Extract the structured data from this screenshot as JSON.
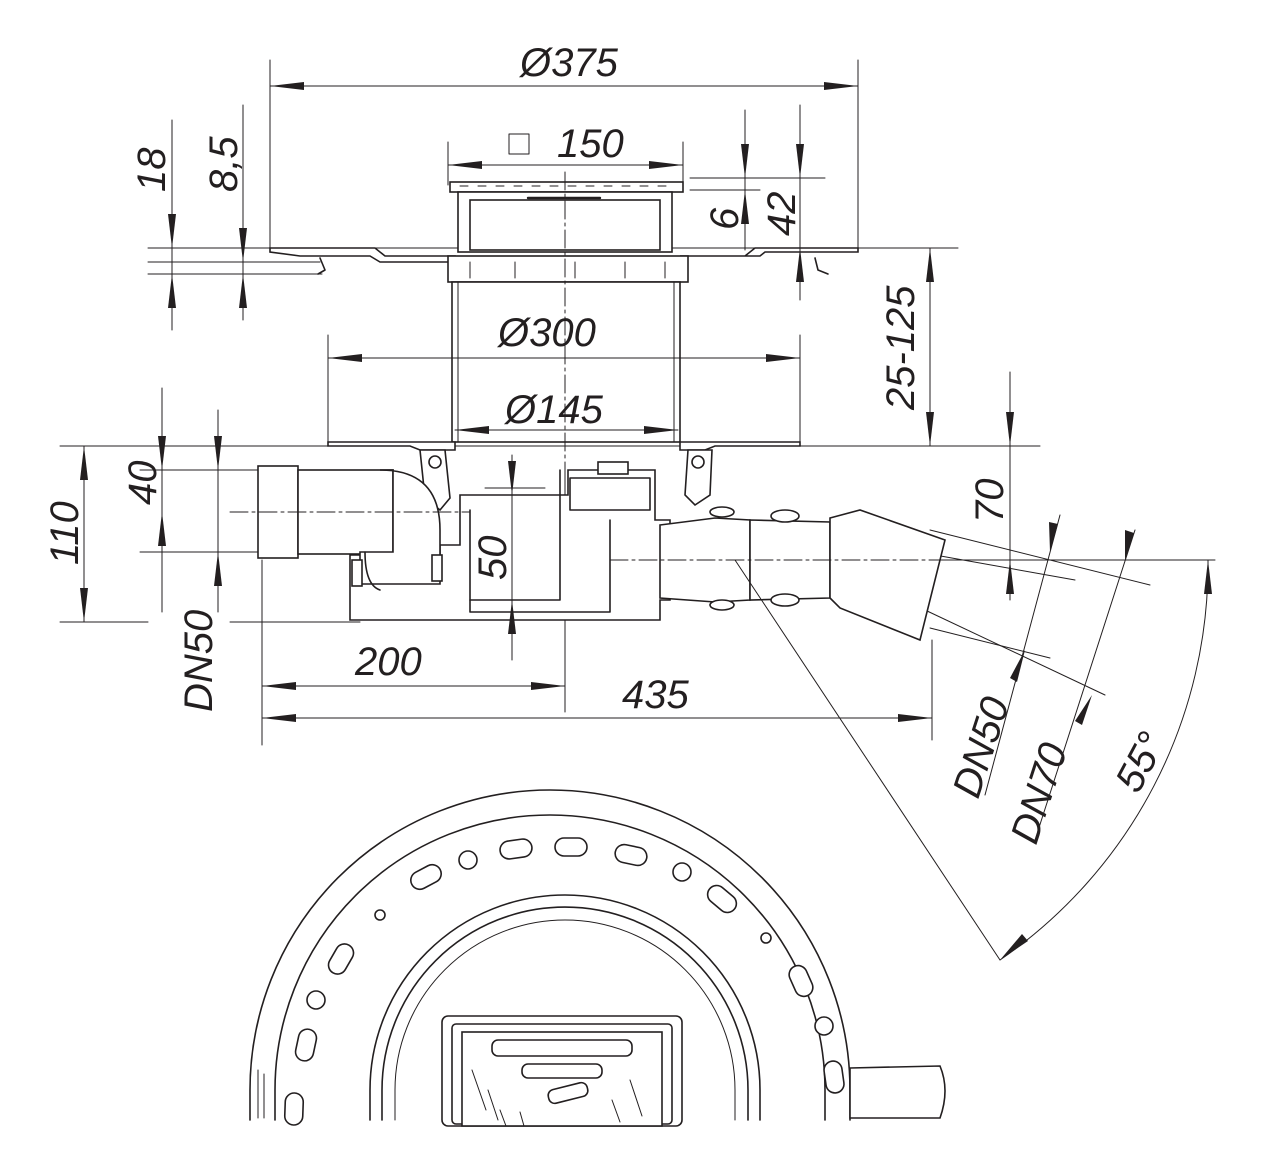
{
  "dimensions": {
    "top_diameter": "Ø375",
    "grate_square": "150",
    "flange_thickness": "18",
    "flange_step": "8,5",
    "grate_offset": "6",
    "frame_height": "42",
    "adjust_range": "25-125",
    "body_diameter": "Ø300",
    "pipe_diameter": "Ø145",
    "inlet_height": "40",
    "total_height": "110",
    "inlet_nominal": "DN50",
    "trap_seal": "50",
    "outlet_height": "70",
    "axis_distance": "200",
    "total_length": "435",
    "outlet_dn50": "DN50",
    "outlet_dn70": "DN70",
    "outlet_angle": "55°"
  },
  "colors": {
    "ink": "#231f20",
    "background": "#ffffff"
  }
}
